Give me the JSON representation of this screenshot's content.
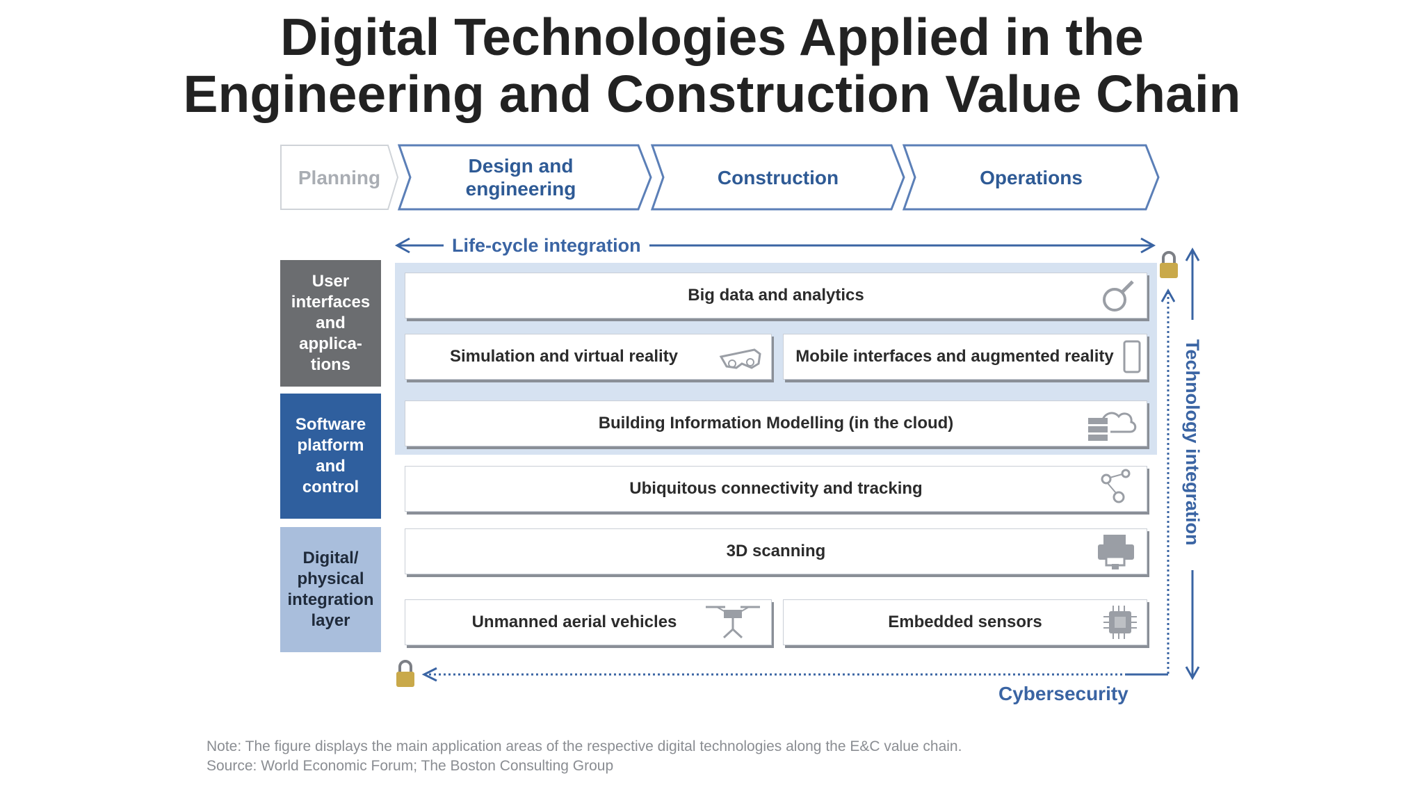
{
  "title": {
    "line1": "Digital Technologies Applied in the",
    "line2": "Engineering and Construction Value Chain"
  },
  "stages": [
    {
      "label": "Planning"
    },
    {
      "label": "Design and\nengineering"
    },
    {
      "label": "Construction"
    },
    {
      "label": "Operations"
    }
  ],
  "lifecycle_label": "Life-cycle integration",
  "layers": {
    "user_interfaces": "User\ninterfaces\nand\napplica-\ntions",
    "software_platform": "Software\nplatform\nand\ncontrol",
    "digital_physical": "Digital/\nphysical\nintegration\nlayer"
  },
  "technologies": {
    "big_data": "Big data and analytics",
    "simulation": "Simulation and virtual reality",
    "mobile": "Mobile interfaces and augmented reality",
    "bim": "Building Information Modelling (in the cloud)",
    "connectivity": "Ubiquitous connectivity and tracking",
    "scanning": "3D scanning",
    "uav": "Unmanned aerial vehicles",
    "sensors": "Embedded sensors"
  },
  "technology_integration_label": "Technology integration",
  "cybersecurity_label": "Cybersecurity",
  "note": "Note: The figure displays the main application areas of the respective digital technologies along the E&C value chain.",
  "source": "Source: World Economic Forum; The Boston Consulting Group",
  "colors": {
    "accent_blue": "#2e5a95",
    "layer_gray": "#6b6d70",
    "layer_blue": "#2f5f9e",
    "layer_light": "#a9bedc",
    "panel": "#d6e2f1"
  }
}
